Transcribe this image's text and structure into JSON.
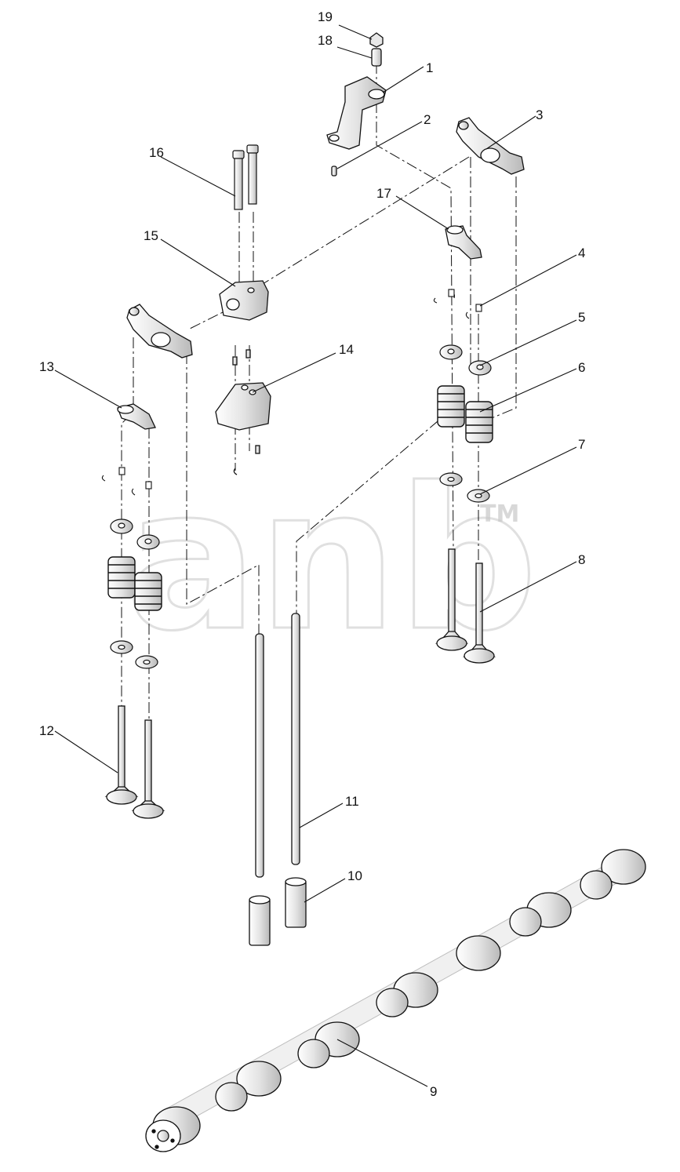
{
  "diagram": {
    "callouts": [
      "1",
      "2",
      "3",
      "4",
      "5",
      "6",
      "7",
      "8",
      "9",
      "10",
      "11",
      "12",
      "13",
      "14",
      "15",
      "16",
      "17",
      "18",
      "19"
    ]
  },
  "watermark": {
    "text": "anb",
    "tm": "TM"
  },
  "colors": {
    "line": "#111111",
    "fill": "#ffffff",
    "shade": "#d0d0d0",
    "watermark": "#c8c8c8"
  }
}
